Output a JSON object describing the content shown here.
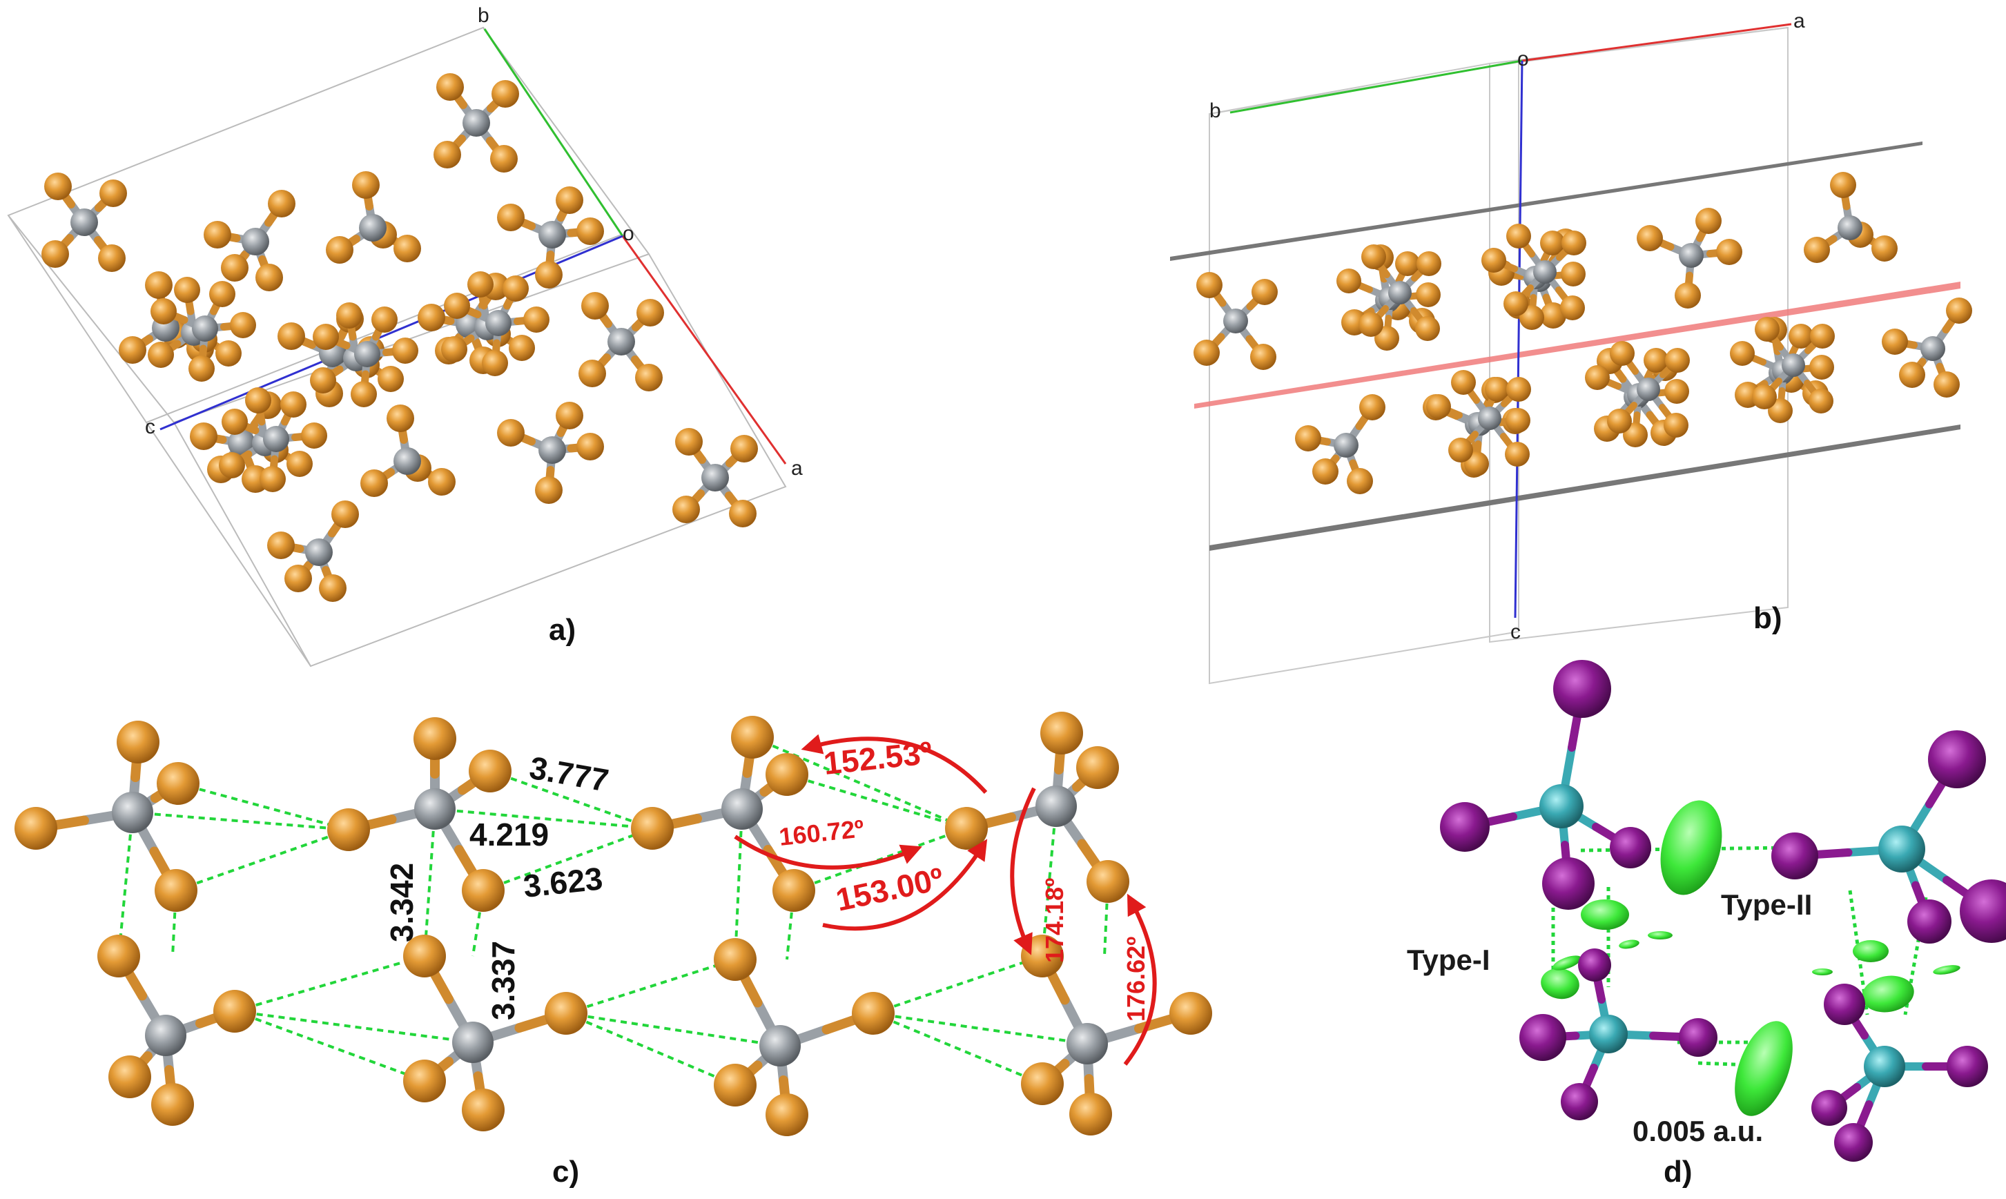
{
  "panels": {
    "a": {
      "label": "a)",
      "axes": {
        "origin": "o",
        "a": "a",
        "b": "b",
        "c": "c"
      }
    },
    "b": {
      "label": "b)",
      "axes": {
        "origin": "o",
        "a": "a",
        "b": "b",
        "c": "c"
      }
    },
    "c": {
      "label": "c)",
      "distances": [
        "3.777",
        "4.219",
        "3.623",
        "3.342",
        "3.337"
      ],
      "angles": [
        "152.53º",
        "160.72º",
        "153.00º",
        "174.18º",
        "176.62º"
      ]
    },
    "d": {
      "label": "d)",
      "type_one": "Type-I",
      "type_two": "Type-II",
      "isovalue": "0.005 a.u."
    }
  },
  "colors": {
    "bromine": "#e0952f",
    "carbon": "#8e9398",
    "halogen_bond": "#22d63a",
    "angle_arrow": "#e01b1b",
    "axis_a": "#e03030",
    "axis_b": "#30c030",
    "axis_c": "#3030d0",
    "nci_surface": "#3ee83a",
    "iodine": "#8a1a8f",
    "carbon_nci": "#3aa9b3"
  }
}
